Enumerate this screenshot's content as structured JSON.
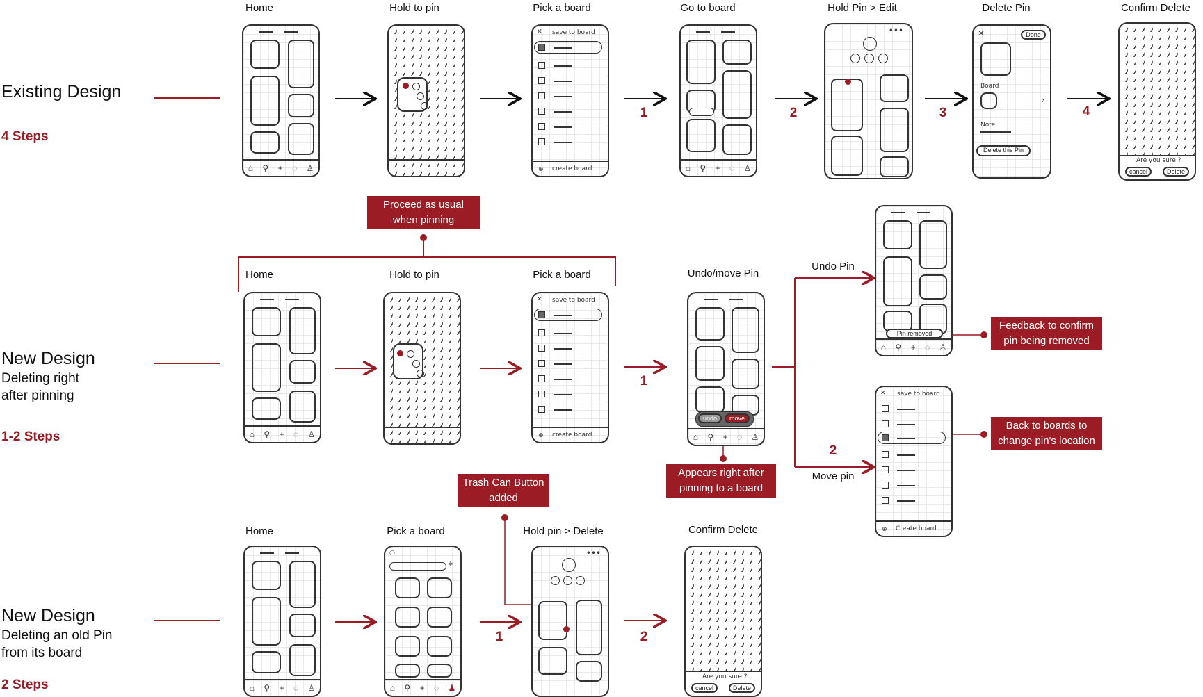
{
  "rows": [
    {
      "title": "Existing Design",
      "subtitle": "",
      "steps": "4 Steps"
    },
    {
      "title": "New Design",
      "subtitle": "Deleting right after pinning",
      "steps": "1-2 Steps"
    },
    {
      "title": "New Design",
      "subtitle": "Deleting an old Pin from its board",
      "steps": "2 Steps"
    }
  ],
  "row1_labels": [
    "Home",
    "Hold to pin",
    "Pick a board",
    "Go to board",
    "Hold Pin > Edit",
    "Delete Pin",
    "Confirm Delete"
  ],
  "row1_numbers": [
    "1",
    "2",
    "3",
    "4"
  ],
  "row2_labels": [
    "Home",
    "Hold to pin",
    "Pick a board",
    "Undo/move Pin"
  ],
  "row2_branch": {
    "undo_label": "Undo Pin",
    "move_label": "Move pin",
    "number": "1",
    "branch_number": "2"
  },
  "row3_labels": [
    "Home",
    "Pick a board",
    "Hold pin > Delete",
    "Confirm Delete"
  ],
  "row3_numbers": [
    "1",
    "2"
  ],
  "callouts": {
    "proceed": "Proceed as usual when pinning",
    "feedback": "Feedback to confirm pin being removed",
    "back": "Back to boards to change pin's location",
    "appears": "Appears right after pinning to a board",
    "trash": "Trash Can Button added"
  },
  "sketch_text": {
    "save_to_board": "save to board",
    "create_board": "create board",
    "done": "Done",
    "board": "Board",
    "note": "Note",
    "delete_this_pin": "Delete this Pin",
    "are_you_sure": "Are you sure ?",
    "cancel": "cancel",
    "delete": "Delete",
    "pin_removed": "Pin removed",
    "undo": "undo",
    "move": "move",
    "create_board_cap": "Create board"
  },
  "colors": {
    "accent": "#9b1c24",
    "ink": "#333333",
    "grid": "#e9e9e9"
  },
  "icons": {
    "nav": [
      "home-icon",
      "search-icon",
      "plus-icon",
      "chat-icon",
      "profile-icon"
    ]
  }
}
